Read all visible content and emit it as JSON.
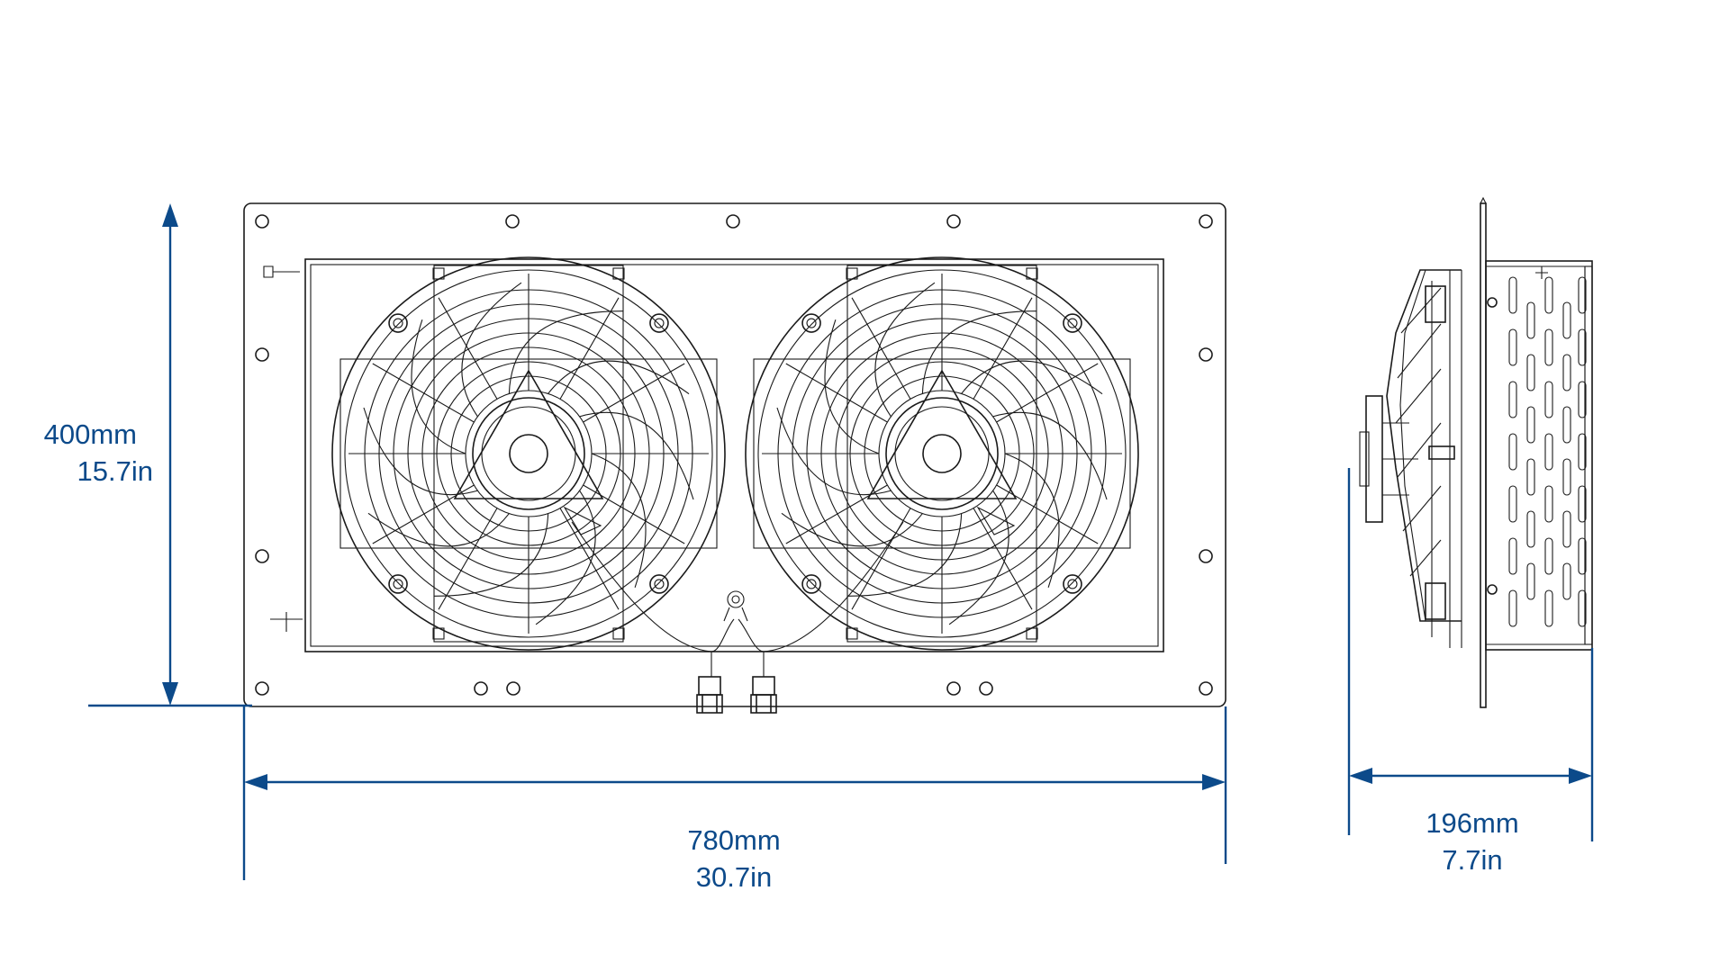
{
  "colors": {
    "dimension": "#0c4a8a",
    "line": "#1a1a1a",
    "background": "#ffffff"
  },
  "dimensions": {
    "height": {
      "mm": "400mm",
      "inch": "15.7in"
    },
    "width": {
      "mm": "780mm",
      "inch": "30.7in"
    },
    "depth": {
      "mm": "196mm",
      "inch": "7.7in"
    }
  },
  "views": [
    "front-view",
    "side-view"
  ],
  "fans": [
    {
      "id": "fan-left"
    },
    {
      "id": "fan-right"
    }
  ]
}
